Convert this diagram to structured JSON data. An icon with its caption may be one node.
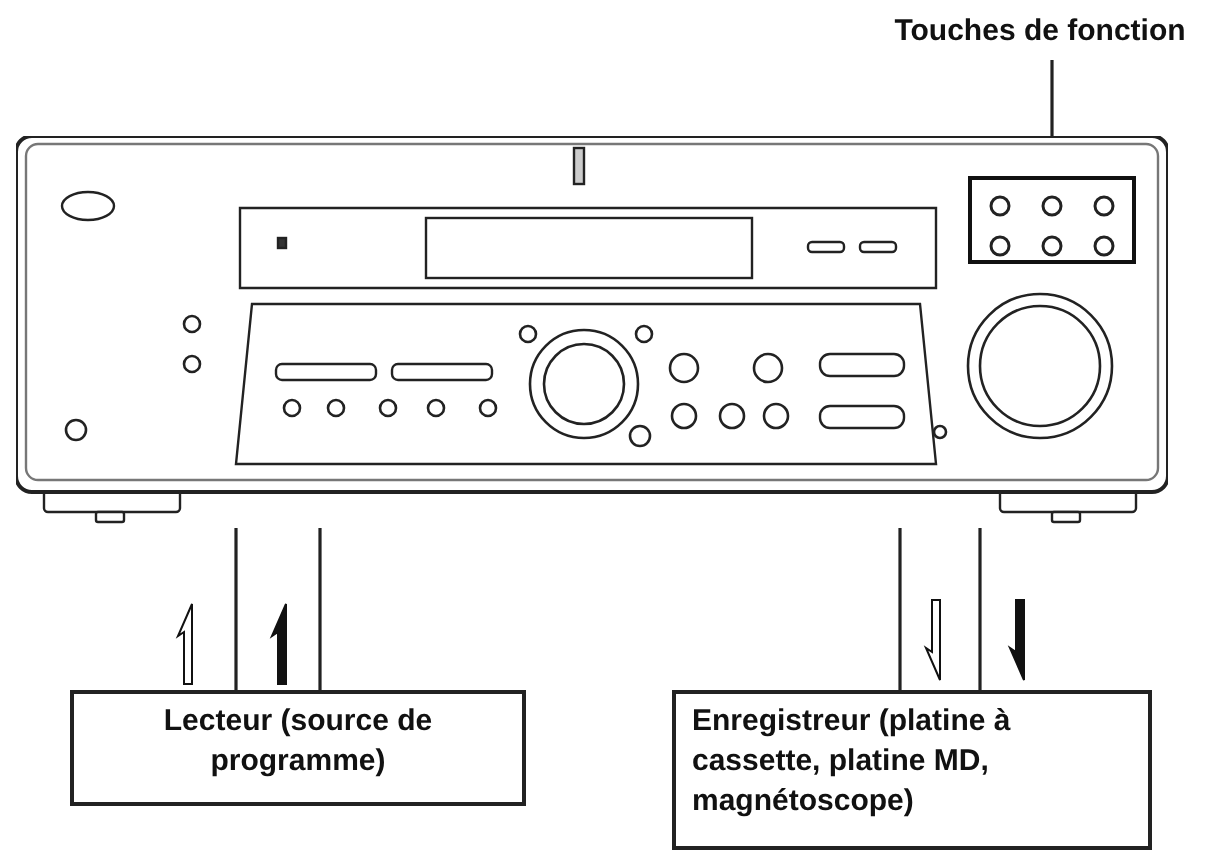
{
  "diagram": {
    "nodes": [
      {
        "text": [
          "Touches de fonction"
        ]
      },
      {
        "text": [],
        "shape": "box",
        "in": 2
      },
      {
        "text": [],
        "shape": "picture"
      },
      {
        "text": [
          "Lecteur (source de programme)"
        ]
      },
      {
        "text": [
          "Enregistreur (platine à cassette, platine MD, magnétoscope)"
        ]
      }
    ],
    "edges": [
      {
        "from": 0,
        "to": 1,
        "arrow": "none"
      },
      {
        "from": 3,
        "to": 2,
        "arrow": "none"
      },
      {
        "from": 3,
        "to": 2,
        "arrow": "none"
      },
      {
        "from": 2,
        "to": 4,
        "arrow": "none"
      },
      {
        "from": 2,
        "to": 4,
        "arrow": "none"
      }
    ]
  }
}
